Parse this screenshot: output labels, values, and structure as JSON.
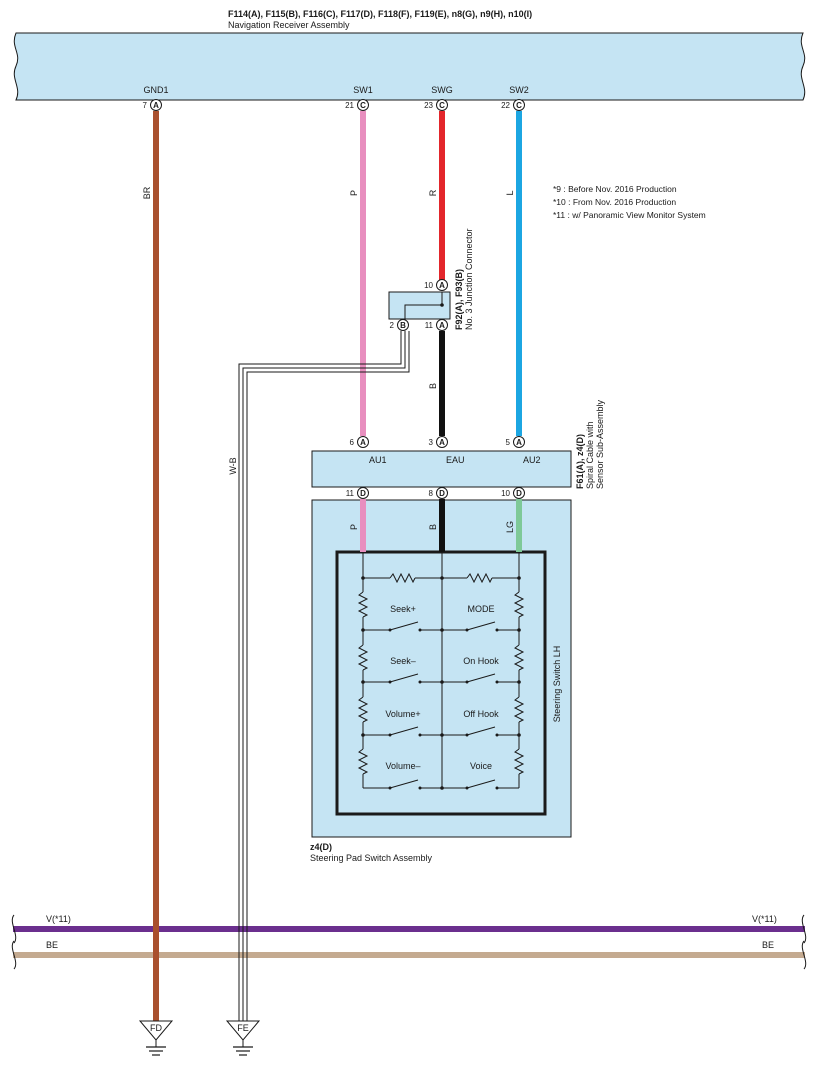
{
  "header": {
    "connectors": "F114(A), F115(B), F116(C), F117(D), F118(F), F119(E), n8(G), n9(H), n10(I)",
    "name": "Navigation Receiver Assembly"
  },
  "receiver_terminals": [
    {
      "label": "GND1",
      "pin": "7",
      "conn": "A",
      "wire": "BR"
    },
    {
      "label": "SW1",
      "pin": "21",
      "conn": "C",
      "wire": "P"
    },
    {
      "label": "SWG",
      "pin": "23",
      "conn": "C",
      "wire": "R"
    },
    {
      "label": "SW2",
      "pin": "22",
      "conn": "C",
      "wire": "L"
    }
  ],
  "notes": [
    "*9 : Before Nov.  2016 Production",
    "*10 : From Nov.  2016 Production",
    "*11 : w/ Panoramic View Monitor System"
  ],
  "junction": {
    "title": "F92(A), F93(B)",
    "name": "No. 3 Junction Connector",
    "pins": [
      {
        "pin": "10",
        "conn": "A"
      },
      {
        "pin": "11",
        "conn": "A"
      },
      {
        "pin": "2",
        "conn": "B"
      }
    ],
    "wire_out": "B",
    "wire_ground": "W-B"
  },
  "spiral": {
    "title": "F61(A), z4(D)",
    "name_line1": "Spiral Cable with",
    "name_line2": "Sensor Sub-Assembly",
    "top_pins": [
      {
        "pin": "6",
        "conn": "A"
      },
      {
        "pin": "3",
        "conn": "A"
      },
      {
        "pin": "5",
        "conn": "A"
      }
    ],
    "bottom_pins": [
      {
        "pin": "11",
        "conn": "D"
      },
      {
        "pin": "8",
        "conn": "D"
      },
      {
        "pin": "10",
        "conn": "D"
      }
    ],
    "terminals": [
      "AU1",
      "EAU",
      "AU2"
    ]
  },
  "switch_wires": [
    "P",
    "B",
    "LG"
  ],
  "switch": {
    "title": "z4(D)",
    "name": "Steering Pad Switch Assembly",
    "inner_name": "Steering Switch LH",
    "buttons_left": [
      "Seek+",
      "Seek–",
      "Volume+",
      "Volume–"
    ],
    "buttons_right": [
      "MODE",
      "On Hook",
      "Off Hook",
      "Voice"
    ]
  },
  "buses": [
    {
      "label": "V(*11)",
      "color": "#6b2f8e"
    },
    {
      "label": "BE",
      "color": "#c4aa90"
    }
  ],
  "grounds": [
    "FD",
    "FE"
  ],
  "wire_colors": {
    "BR": "#a9502e",
    "P": "#e88fbf",
    "R": "#e3262b",
    "L": "#1ca6e2",
    "B": "#111111",
    "LG": "#7ec998",
    "receiver_fill": "#c5e4f3",
    "box_fill": "#c5e4f3"
  }
}
